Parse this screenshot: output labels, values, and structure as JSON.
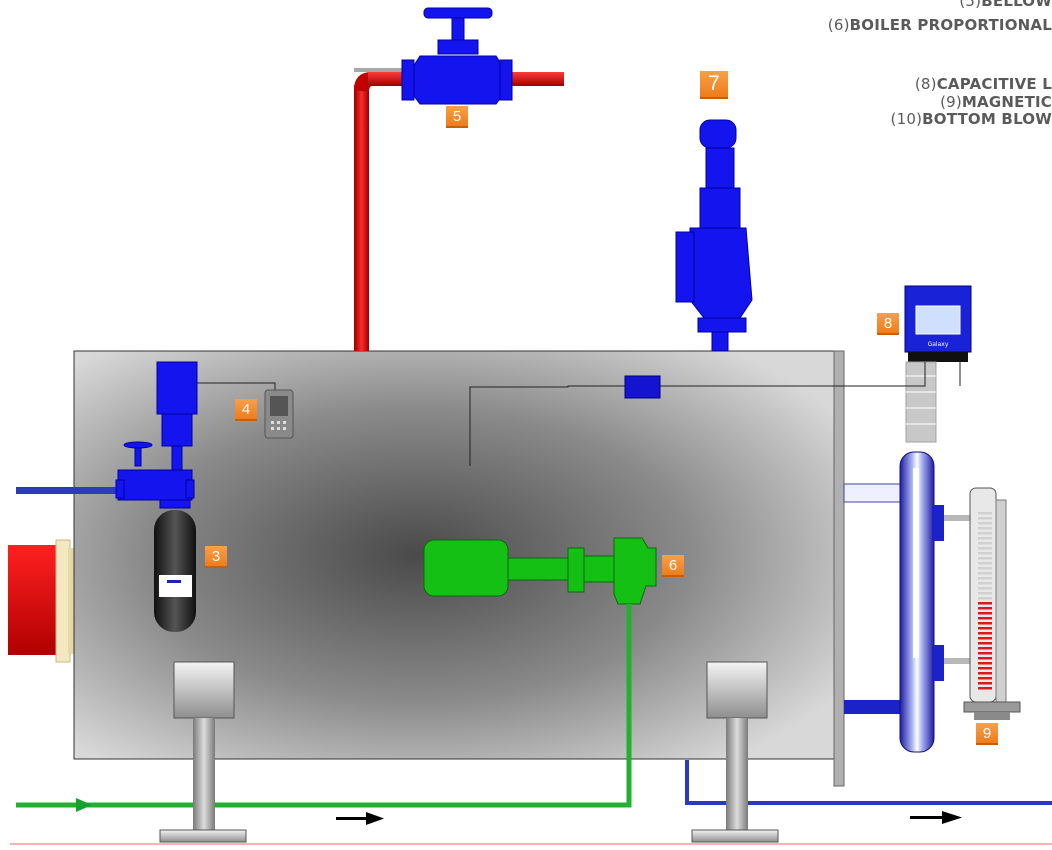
{
  "legend": [
    {
      "num": "(5)",
      "text": "BELLOW"
    },
    {
      "num": "(6)",
      "text": "BOILER PROPORTIONAL"
    },
    {
      "num": "(8)",
      "text": "CAPACITIVE L"
    },
    {
      "num": "(9)",
      "text": "MAGNETIC"
    },
    {
      "num": "(10)",
      "text": "BOTTOM BLOW"
    }
  ],
  "callouts": {
    "c3": "3",
    "c4": "4",
    "c5": "5",
    "c6": "6",
    "c7": "7",
    "c8": "8",
    "c9": "9"
  },
  "transmitter_brand": "Galaxy",
  "colors": {
    "steam_red": "#e01010",
    "feed_green": "#1aa030",
    "blow_blue": "#2030c0",
    "valve_blue": "#1010ee",
    "pump_green": "#10c010",
    "badge_orange": "#f08a2a"
  },
  "icons": [
    "arrow-right-icon",
    "arrow-right-icon"
  ]
}
